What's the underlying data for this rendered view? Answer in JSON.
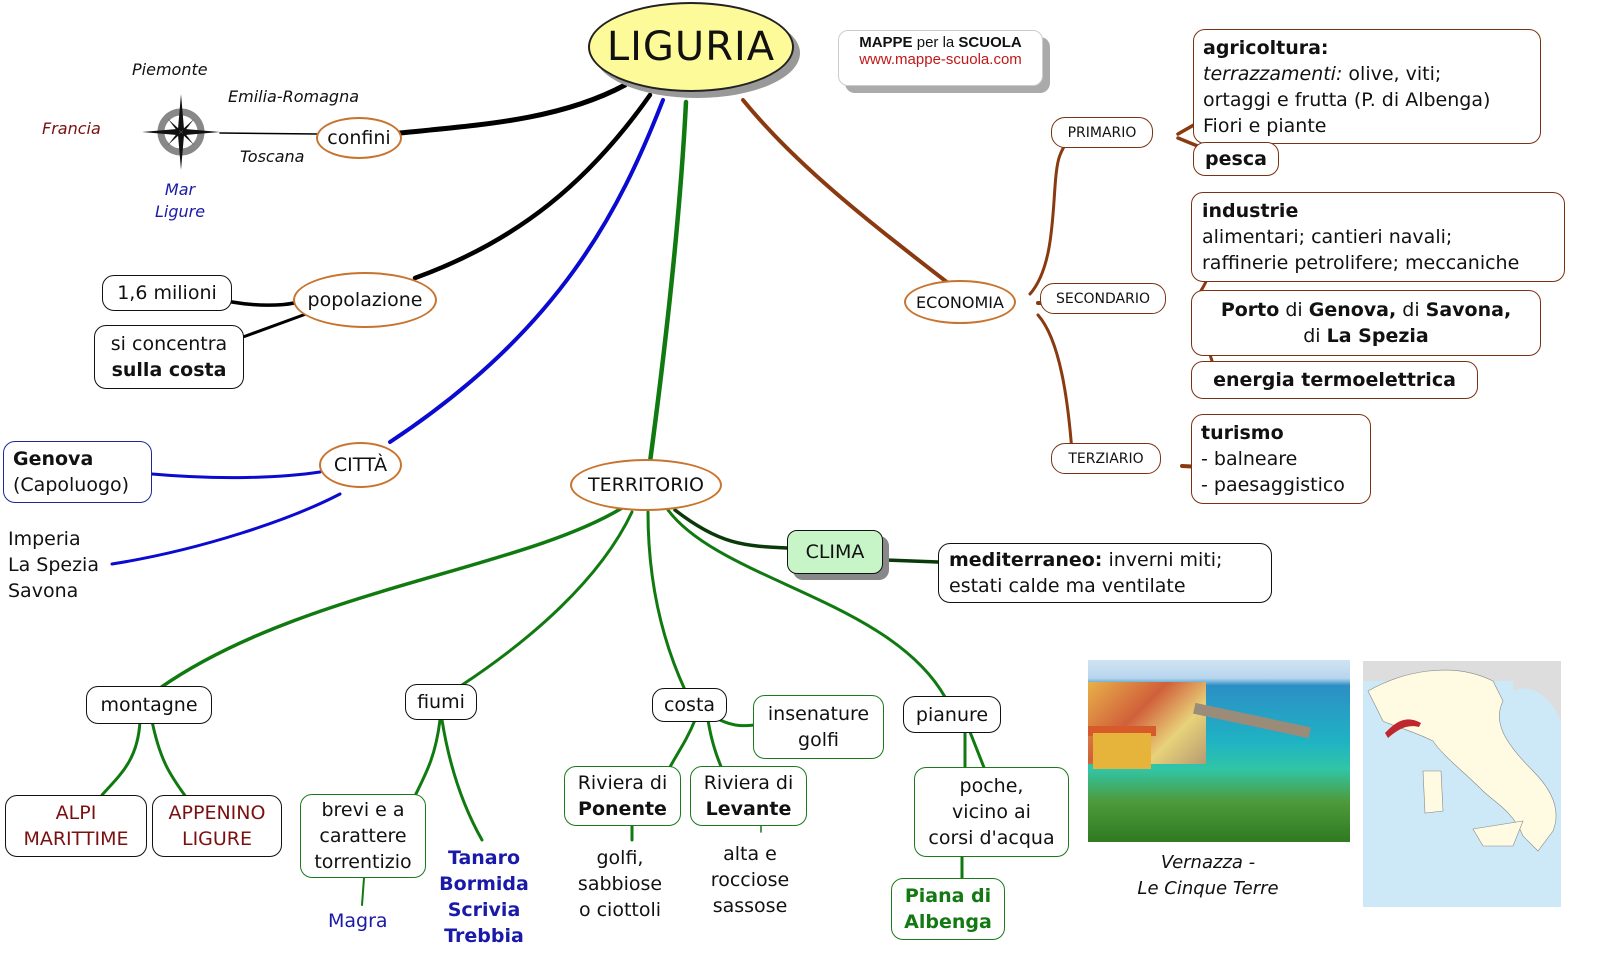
{
  "title": "LIGURIA",
  "brand": {
    "line1_bold1": "MAPPE",
    "line1_mid": " per la ",
    "line1_bold2": "SCUOLA",
    "url": "www.mappe-scuola.com"
  },
  "confini": {
    "label": "confini",
    "north": "Piemonte",
    "northeast": "Emilia-Romagna",
    "west": "Francia",
    "southeast": "Toscana",
    "south_line1": "Mar",
    "south_line2": "Ligure",
    "icon": "compass-rose-icon"
  },
  "popolazione": {
    "label": "popolazione",
    "count": "1,6 milioni",
    "distribution_line1": "si concentra",
    "distribution_line2": "sulla costa"
  },
  "citta": {
    "label": "CITTÀ",
    "capital": "Genova",
    "capital_note": "(Capoluogo)",
    "others": [
      "Imperia",
      "La Spezia",
      "Savona"
    ]
  },
  "economia": {
    "label": "ECONOMIA",
    "primario": {
      "label": "PRIMARIO",
      "agricoltura_title": "agricoltura:",
      "agricoltura_italic": "terrazzamenti:",
      "agricoltura_line1_rest": " olive, viti;",
      "agricoltura_line2": "ortaggi e frutta (P. di Albenga)",
      "agricoltura_line3": "Fiori e piante",
      "pesca": "pesca"
    },
    "secondario": {
      "label": "SECONDARIO",
      "industrie_title": "industrie",
      "industrie_line1": "alimentari; cantieri navali;",
      "industrie_line2": "raffinerie petrolifere; meccaniche",
      "porto": {
        "b1": "Porto",
        "t1": " di ",
        "b2": "Genova,",
        "t2": " di ",
        "b3": "Savona,",
        "t3": "di ",
        "b4": "La Spezia"
      },
      "energia": "energia termoelettrica"
    },
    "terziario": {
      "label": "TERZIARIO",
      "turismo_title": "turismo",
      "turismo_items": [
        "- balneare",
        "- paesaggistico"
      ]
    }
  },
  "territorio": {
    "label": "TERRITORIO",
    "clima": {
      "label": "CLIMA",
      "desc_bold": "mediterraneo:",
      "desc_line1_rest": " inverni miti;",
      "desc_line2": "estati calde ma ventilate"
    },
    "montagne": {
      "label": "montagne",
      "items": [
        [
          "ALPI",
          "MARITTIME"
        ],
        [
          "APPENINO",
          "LIGURE"
        ]
      ]
    },
    "fiumi": {
      "label": "fiumi",
      "desc": [
        "brevi e a",
        "carattere",
        "torrentizio"
      ],
      "magra": "Magra",
      "others": [
        "Tanaro",
        "Bormida",
        "Scrivia",
        "Trebbia"
      ]
    },
    "costa": {
      "label": "costa",
      "insenature": [
        "insenature",
        "golfi"
      ],
      "ponente": {
        "line1": "Riviera di",
        "line2": "Ponente",
        "desc": [
          "golfi,",
          "sabbiose",
          "o ciottoli"
        ]
      },
      "levante": {
        "line1": "Riviera di",
        "line2": "Levante",
        "desc": [
          "alta e",
          "rocciose",
          "sassose"
        ]
      }
    },
    "pianure": {
      "label": "pianure",
      "desc": [
        "poche,",
        "vicino ai",
        "corsi d'acqua"
      ],
      "piana": [
        "Piana di",
        "Albenga"
      ]
    }
  },
  "photo": {
    "caption_line1": "Vernazza -",
    "caption_line2": "Le Cinque Terre"
  },
  "colors": {
    "black_link": "#000000",
    "blue_link": "#0a0ad0",
    "green_link": "#107a10",
    "brown_link": "#8a3a10",
    "title_fill": "#fdfa9a",
    "clima_fill": "#c8f5c8",
    "dark_red_text": "#7a1010",
    "blue_text": "#1a1aa8",
    "green_text": "#137a13",
    "liguria_map": "#c0262e"
  }
}
